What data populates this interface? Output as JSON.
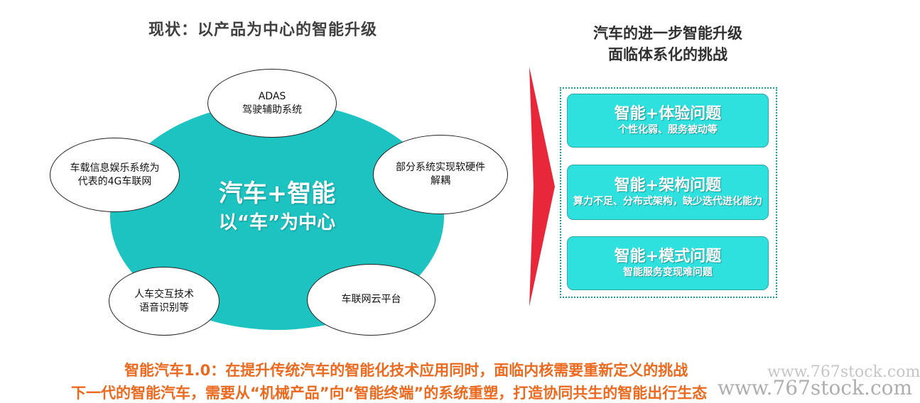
{
  "left_title": "现状：以产品为中心的智能升级",
  "right_title": [
    "汽车的进一步智能升级",
    "面临体系化的挑战"
  ],
  "center": {
    "main": "汽车+智能",
    "sub": "以“车”为中心"
  },
  "nodes": {
    "adas": [
      "ADAS",
      "驾驶辅助系统"
    ],
    "decouple": [
      "部分系统实现软硬件",
      "解耦"
    ],
    "cloud": [
      "车联网云平台"
    ],
    "hmi": [
      "人车交互技术",
      "语音识别等"
    ],
    "infotainment": [
      "车载信息娱乐系统为",
      "代表的4G车联网"
    ]
  },
  "cards": [
    {
      "title": "智能+体验问题",
      "desc": "个性化弱、服务被动等"
    },
    {
      "title": "智能+架构问题",
      "desc": "算力不足、分布式架构，缺少迭代进化能力"
    },
    {
      "title": "智能+模式问题",
      "desc": "智能服务变现难问题"
    }
  ],
  "bottom_lines": [
    "智能汽车1.0：在提升传统汽车的智能化技术应用同时，面临内核需要重新定义的挑战",
    "下一代的智能汽车，需要从“机械产品”向“智能终端”的系统重塑，打造协同共生的智能出行生态"
  ],
  "watermarks": [
    "www.767stock.com",
    "www.767stock.com"
  ],
  "colors": {
    "center_fill": "#1cc3c1",
    "card_fill": "#2fe1de",
    "arrow": "#e8283a",
    "bottom_text": "#ec6a1f"
  },
  "icons": {
    "arrow": "right-chevron-arrow-icon"
  }
}
